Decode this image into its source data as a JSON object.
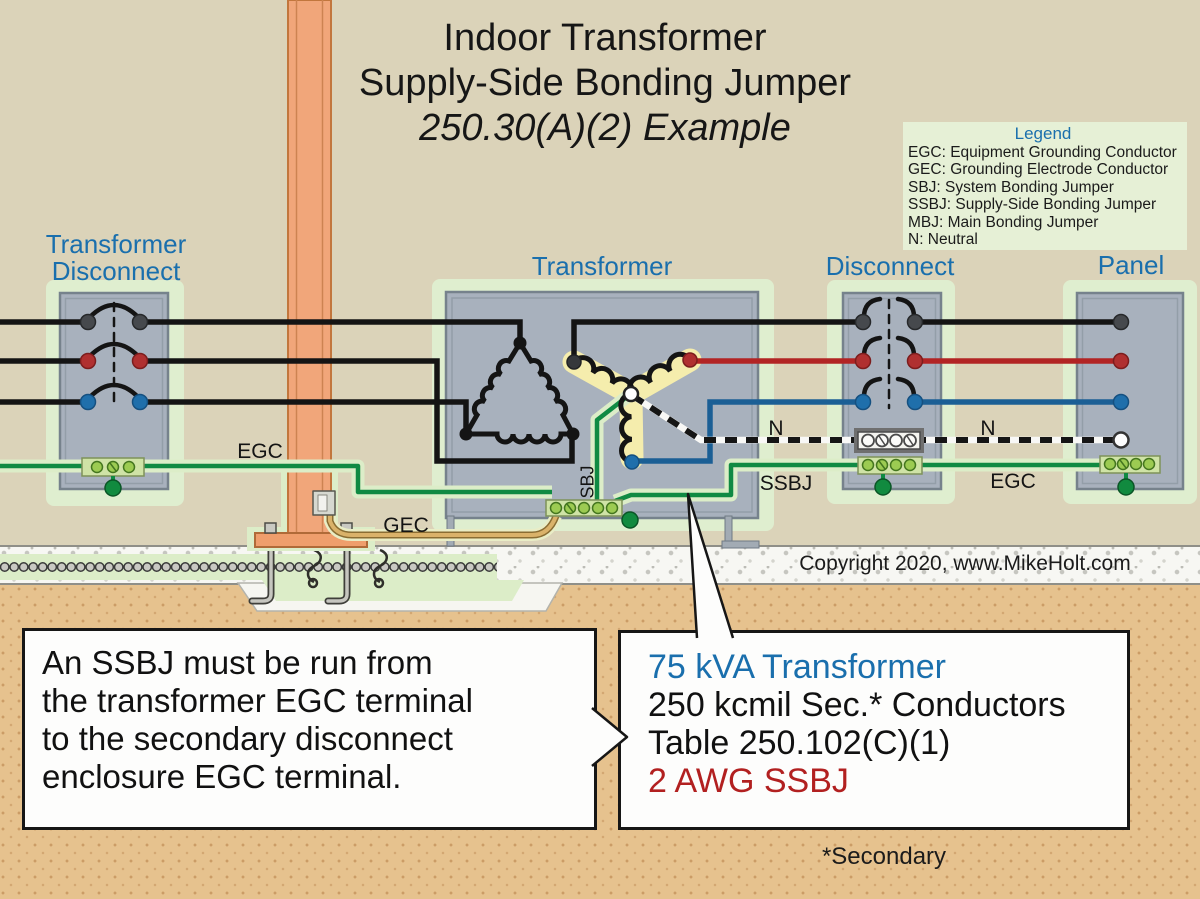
{
  "title": {
    "line1": "Indoor Transformer",
    "line2": "Supply-Side Bonding Jumper",
    "line3": "250.30(A)(2) Example"
  },
  "legend": {
    "title": "Legend",
    "items": [
      "EGC: Equipment Grounding Conductor",
      "GEC: Grounding Electrode Conductor",
      "SBJ: System Bonding Jumper",
      "SSBJ: Supply-Side Bonding Jumper",
      "MBJ: Main Bonding Jumper",
      "N: Neutral"
    ]
  },
  "component_labels": {
    "transformer_disconnect": [
      "Transformer",
      "Disconnect"
    ],
    "transformer": "Transformer",
    "disconnect": "Disconnect",
    "panel": "Panel"
  },
  "wire_labels": {
    "egc_left": "EGC",
    "gec": "GEC",
    "sbj": "SBJ",
    "ssbj": "SSBJ",
    "neutral_left": "N",
    "neutral_right": "N",
    "egc_right": "EGC"
  },
  "copyright": "Copyright 2020, www.MikeHolt.com",
  "callout_left": {
    "lines": [
      "An SSBJ must be run from",
      "the transformer EGC terminal",
      "to the secondary disconnect",
      "enclosure EGC terminal."
    ]
  },
  "callout_right": {
    "line1": "75 kVA Transformer",
    "line2": "250 kcmil Sec.* Conductors",
    "line3": "Table 250.102(C)(1)",
    "line4": "2 AWG SSBJ"
  },
  "footnote": "*Secondary",
  "colors": {
    "accent_blue": "#1a6fad",
    "wire_green": "#108a43",
    "wire_red": "#b22424",
    "wire_blue": "#1b5f95",
    "callout_red": "#b22020",
    "column_orange": "#f1a67a",
    "glow_green": "#dfeecf",
    "enclosure_gray": "#a8b1bd",
    "wall_tan": "#dbd3b9"
  }
}
